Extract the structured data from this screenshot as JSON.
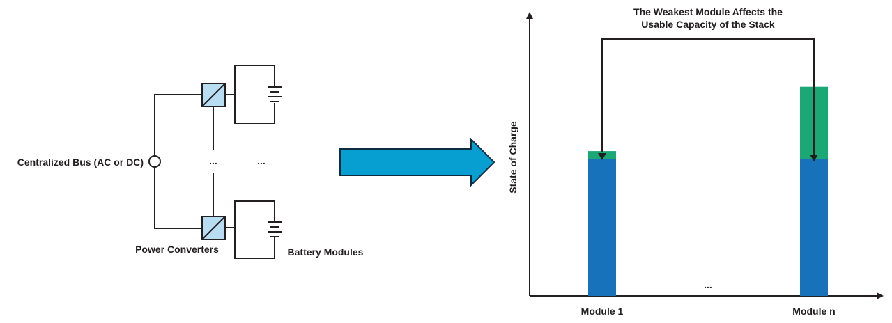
{
  "circuit": {
    "bus_label": "Centralized Bus (AC or DC)",
    "converters_label": "Power Converters",
    "modules_label": "Battery Modules",
    "mid_ellipsis": "...",
    "right_ellipsis": "..."
  },
  "chart_data": {
    "type": "bar",
    "stacked": true,
    "title": "",
    "xlabel": "",
    "ylabel": "State of Charge",
    "categories": [
      "Module 1",
      "Module n"
    ],
    "middle_label": "...",
    "ylim": [
      0,
      100
    ],
    "series": [
      {
        "values": [
          51,
          51
        ],
        "color": "#1771bb"
      },
      {
        "values": [
          3,
          27
        ],
        "color": "#1aa874"
      }
    ],
    "annotation": {
      "line1": "The Weakest Module Affects the",
      "line2": "Usable Capacity of the Stack"
    },
    "grid": false
  },
  "colors": {
    "converter_fill": "#b7ddf3",
    "arrow_fill": "#079fd1",
    "line": "#231f20"
  }
}
